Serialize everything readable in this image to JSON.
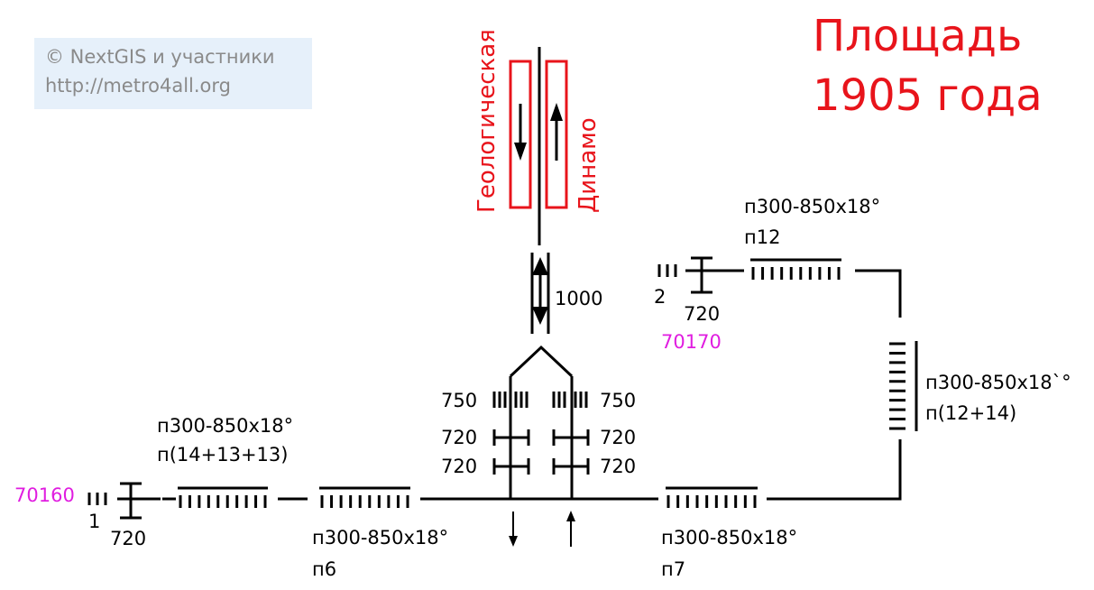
{
  "station": {
    "title_line1": "Площадь",
    "title_line2": "1905 года"
  },
  "credits": {
    "line1": "© NextGIS и участники",
    "line2": "http://metro4all.org"
  },
  "directions": {
    "left": "Геологическая",
    "right": "Динамо"
  },
  "colors": {
    "title": "#e8141b",
    "exit_id": "#e01de0",
    "line": "#000000",
    "credit_bg": "#e6f0fa",
    "credit_text": "#8a8a8a"
  },
  "escalator": {
    "width_label": "1000"
  },
  "turnstiles": {
    "left_top": "750",
    "right_top": "750",
    "left_1": "720",
    "left_2": "720",
    "right_1": "720",
    "right_2": "720"
  },
  "stairs": {
    "bottom_left": {
      "label_line1": "п300-850х18°",
      "label_line2": "п(14+13+13)"
    },
    "bottom_mid": {
      "label_line1": "п300-850х18°",
      "label_line2": "п6"
    },
    "bottom_right": {
      "label_line1": "п300-850х18°",
      "label_line2": "п7"
    },
    "top_right": {
      "label_line1": "п300-850х18°",
      "label_line2": "п12"
    },
    "vertical_right": {
      "label_line1": "п300-850х18`°",
      "label_line2": "п(12+14)"
    }
  },
  "exits": {
    "exit1": {
      "id": "70160",
      "number": "1",
      "width": "720"
    },
    "exit2": {
      "id": "70170",
      "number": "2",
      "width": "720"
    }
  }
}
